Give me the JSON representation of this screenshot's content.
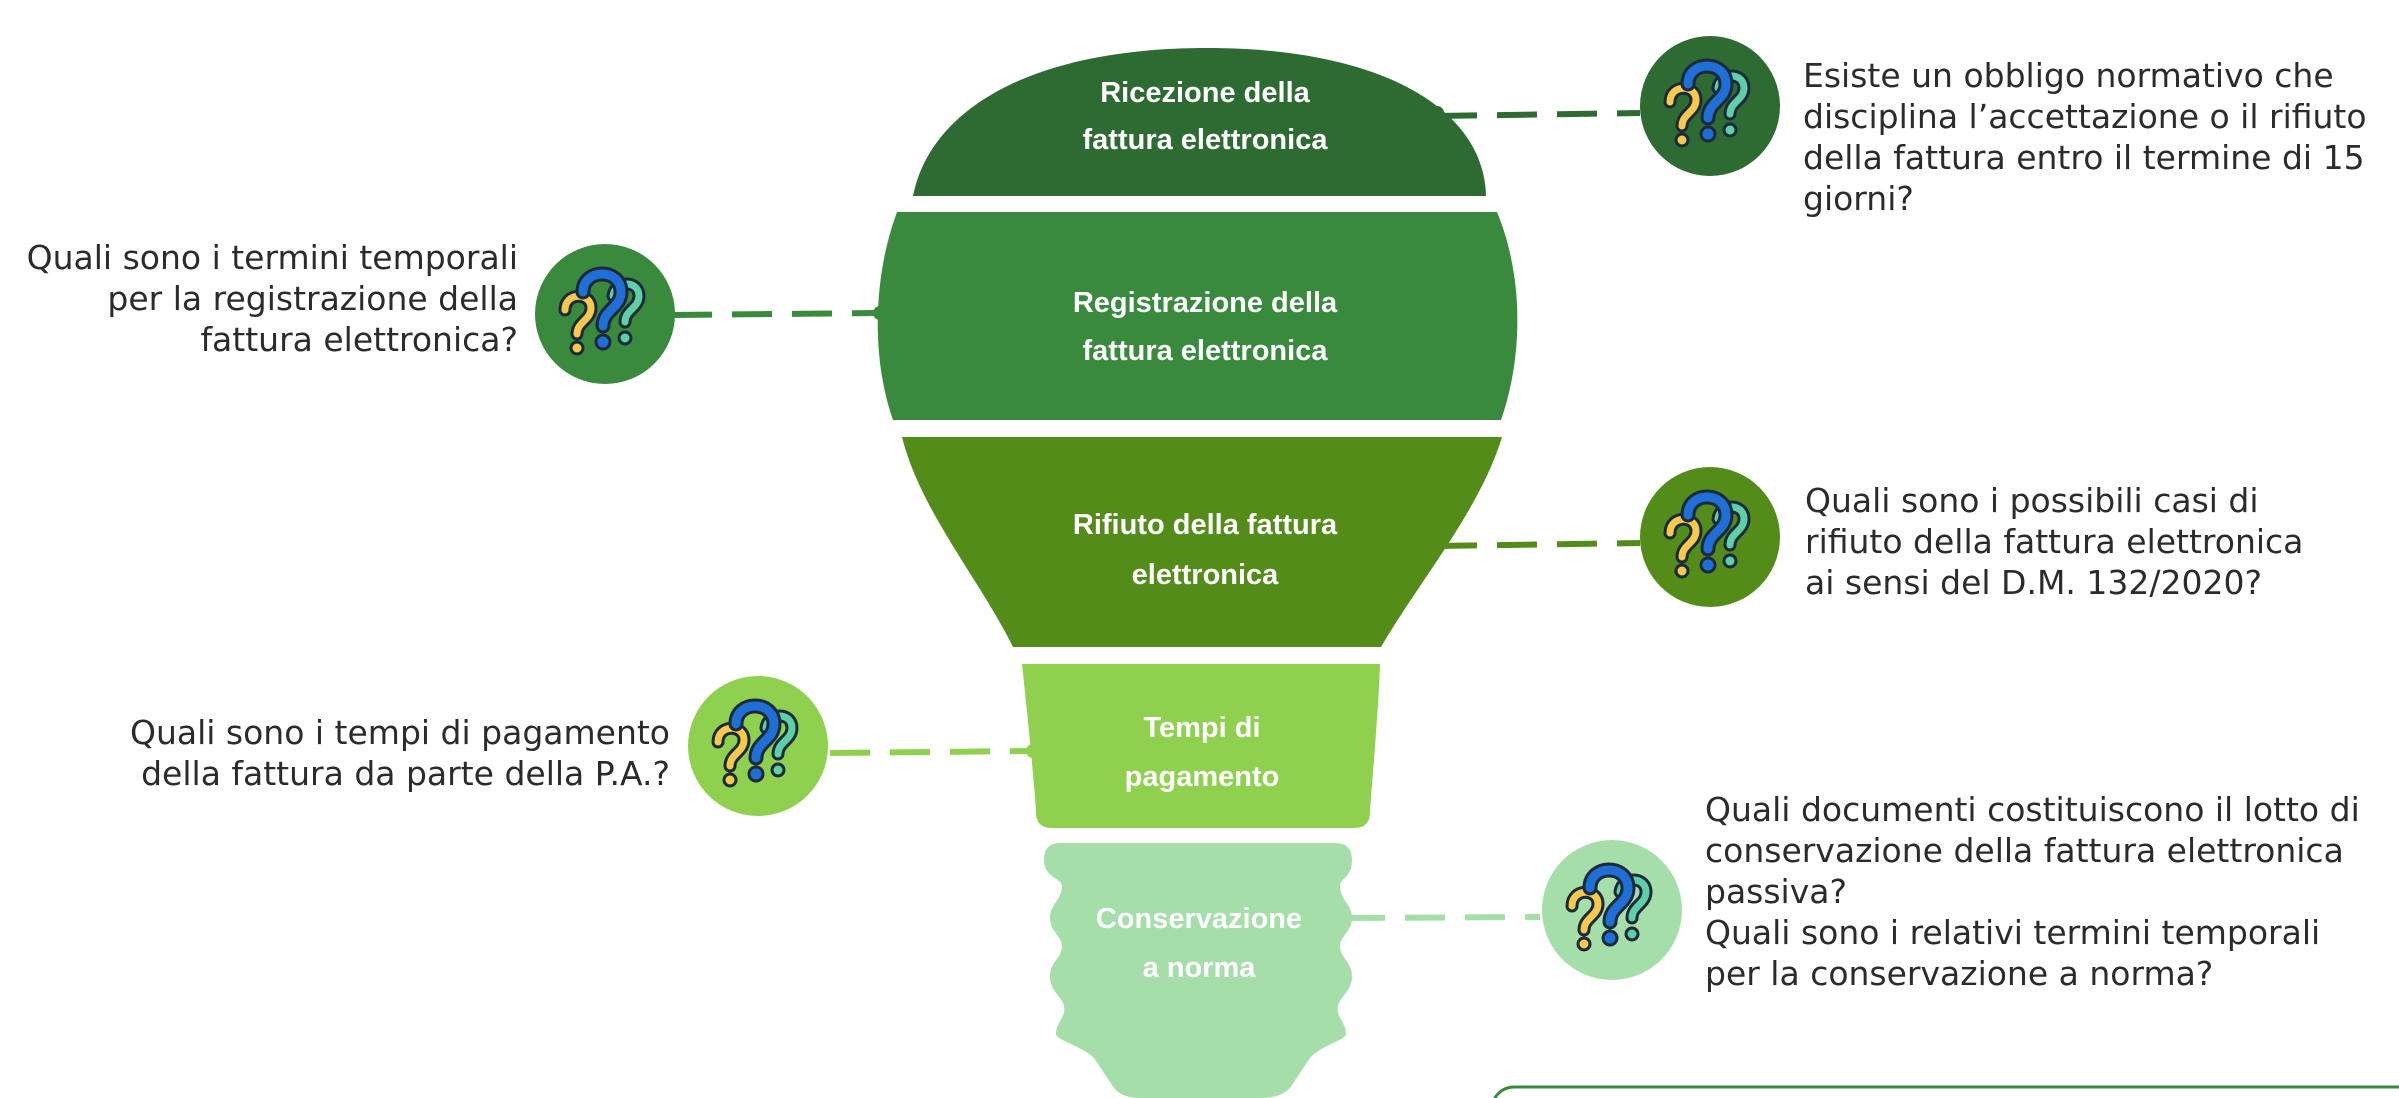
{
  "colors": {
    "stage1": "#2e6b33",
    "stage2": "#3a8a3e",
    "stage3": "#548c1a",
    "stage4": "#8fd14f",
    "stage5": "#a6deaa",
    "q_blue": "#1f6fd6",
    "q_yellow": "#f6c84c",
    "q_mint": "#5fd0a6",
    "q_outline": "#1b2a3a"
  },
  "stages": [
    {
      "lines": [
        "Ricezione della",
        "fattura elettronica"
      ],
      "question": [
        "Esiste un obbligo normativo che",
        "disciplina l’accettazione o il rifiuto",
        "della fattura entro il termine di 15",
        "giorni?"
      ],
      "icon": "question-marks-icon"
    },
    {
      "lines": [
        "Registrazione della",
        "fattura elettronica"
      ],
      "question": [
        "Quali sono i termini temporali",
        "per la registrazione della",
        "fattura elettronica?"
      ],
      "icon": "question-marks-icon"
    },
    {
      "lines": [
        "Rifiuto della fattura",
        "elettronica"
      ],
      "question": [
        "Quali sono i possibili casi di",
        "rifiuto della fattura elettronica",
        "ai sensi del D.M. 132/2020?"
      ],
      "icon": "question-marks-icon"
    },
    {
      "lines": [
        "Tempi di",
        "pagamento"
      ],
      "question": [
        "Quali sono i tempi di pagamento",
        "della fattura da parte della P.A.?"
      ],
      "icon": "question-marks-icon"
    },
    {
      "lines": [
        "Conservazione",
        "a norma"
      ],
      "question": [
        "Quali documenti costituiscono il lotto di",
        "conservazione della fattura elettronica",
        "passiva?",
        "Quali sono i relativi termini temporali",
        "per la conservazione a norma?"
      ],
      "icon": "question-marks-icon"
    }
  ]
}
